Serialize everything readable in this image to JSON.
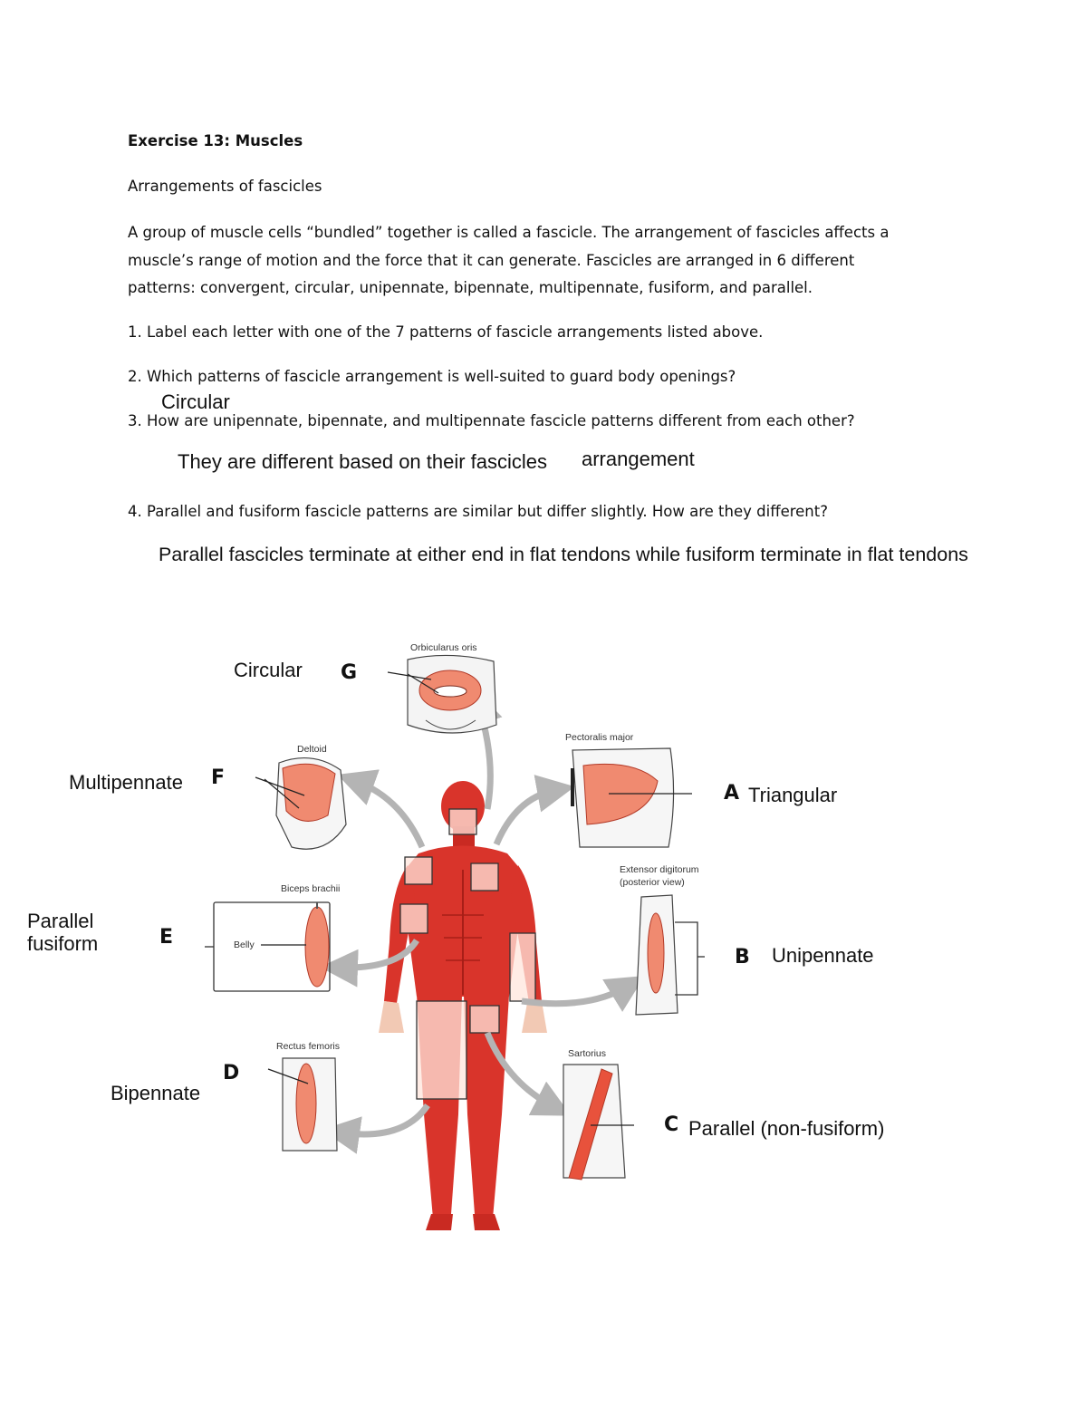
{
  "document": {
    "title": "Exercise 13: Muscles",
    "subtitle": "Arrangements of fascicles",
    "intro_lines": [
      "A group of muscle cells “bundled” together is called a fascicle. The arrangement of fascicles affects a",
      "muscle’s range of motion and the force that it can generate. Fascicles are arranged in 6 different",
      "patterns: convergent, circular, unipennate, bipennate, multipennate, fusiform, and parallel."
    ],
    "questions": [
      "1. Label each letter with one of the 7 patterns of fascicle arrangements listed above.",
      "2. Which patterns of fascicle arrangement is well-suited to guard body openings?",
      "3. How are unipennate, bipennate, and multipennate fascicle patterns different from each other?",
      "4. Parallel and fusiform fascicle patterns are similar but differ slightly. How are they different?"
    ],
    "answers": {
      "q2": "Circular",
      "q3_part1": "They are different based on their fascicles",
      "q3_part2": "arrangement",
      "q4": "Parallel fascicles terminate at either end in flat tendons while fusiform terminate in flat tendons"
    }
  },
  "figure": {
    "captions": {
      "orbicularis": "Orbicularus oris",
      "pectoralis": "Pectoralis major",
      "deltoid": "Deltoid",
      "extensor_1": "Extensor digitorum",
      "extensor_2": "(posterior view)",
      "biceps": "Biceps brachii",
      "belly": "Belly",
      "rectus": "Rectus femoris",
      "sartorius": "Sartorius"
    },
    "letters": {
      "A": "A",
      "B": "B",
      "C": "C",
      "D": "D",
      "E": "E",
      "F": "F",
      "G": "G"
    },
    "labels": {
      "G": "Circular",
      "F": "Multipennate",
      "E_line1": "Parallel",
      "E_line2": "fusiform",
      "D": "Bipennate",
      "A": "Triangular",
      "B": "Unipennate",
      "C": "Parallel (non-fusiform)"
    },
    "colors": {
      "muscle": "#d9342b",
      "muscle_light": "#f08a70",
      "arrow": "#b4b4b4"
    }
  }
}
